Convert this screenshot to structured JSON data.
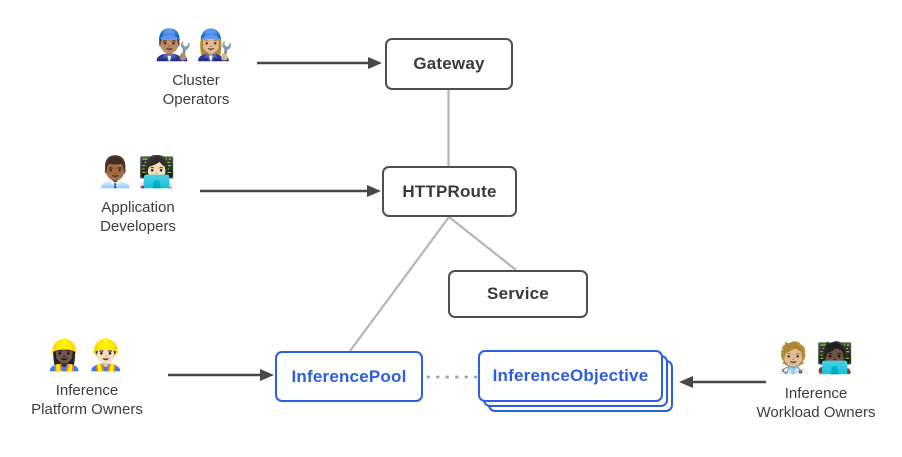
{
  "colors": {
    "accent_blue": "#2c5ee0",
    "node_border_gray": "#4f4f4f",
    "node_text_gray": "#3a3a3a",
    "label_text_gray": "#3d3d3d",
    "connector_gray": "#b5b5b5",
    "dotted_gray": "#a3a3a3",
    "arrow_dark": "#474747",
    "background": "#ffffff"
  },
  "actors": [
    {
      "id": "cluster-operators",
      "icon1": "👨🏽‍🔧",
      "icon2": "👩🏼‍🔧",
      "label_line1": "Cluster",
      "label_line2": "Operators"
    },
    {
      "id": "application-developers",
      "icon1": "👨🏾‍💼",
      "icon2": "👩🏻‍💻",
      "label_line1": "Application",
      "label_line2": "Developers"
    },
    {
      "id": "inference-platform-owners",
      "icon1": "👷🏿‍♀️",
      "icon2": "👷🏻‍♂️",
      "label_line1": "Inference",
      "label_line2": "Platform Owners"
    },
    {
      "id": "inference-workload-owners",
      "icon1": "🧑🏼‍⚕️",
      "icon2": "🧑🏿‍💻",
      "label_line1": "Inference",
      "label_line2": "Workload Owners"
    }
  ],
  "nodes": {
    "gateway": {
      "label": "Gateway"
    },
    "httproute": {
      "label": "HTTPRoute"
    },
    "service": {
      "label": "Service"
    },
    "inferencepool": {
      "label": "InferencePool"
    },
    "inferenceobjective": {
      "label": "InferenceObjective"
    }
  }
}
